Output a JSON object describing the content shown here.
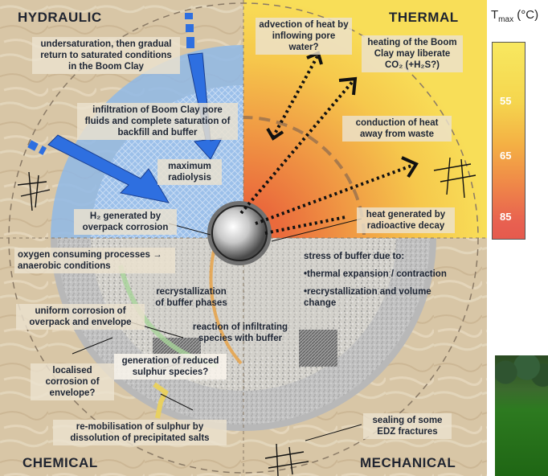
{
  "quadrants": {
    "hydraulic": "HYDRAULIC",
    "thermal": "THERMAL",
    "chemical": "CHEMICAL",
    "mechanical": "MECHANICAL"
  },
  "hydraulic_labels": {
    "undersaturation": "undersaturation, then gradual return to saturated conditions in the Boom Clay",
    "infiltration": "infiltration of Boom Clay pore fluids and complete saturation of backfill and buffer",
    "maximum_radiolysis": "maximum radiolysis",
    "h2_generated": "H₂ generated by overpack corrosion"
  },
  "thermal_labels": {
    "advection": "advection of heat by inflowing pore water?",
    "heating_boom_clay": "heating of the Boom Clay may liberate CO₂ (+H₂S?)",
    "conduction": "conduction of heat away from waste",
    "heat_generated": "heat generated by radioactive decay"
  },
  "chemical_labels": {
    "oxygen_consuming": "oxygen consuming processes → anaerobic conditions",
    "recrystallization": "recrystallization of buffer phases",
    "uniform_corrosion": "uniform corrosion of overpack and envelope",
    "reaction_infiltrating": "reaction of infiltrating species with buffer",
    "localised_corrosion": "localised corrosion of envelope?",
    "generation_reduced": "generation of reduced sulphur species?",
    "remobilisation": "re-mobilisation of sulphur by dissolution of precipitated salts"
  },
  "mechanical_labels": {
    "stress_title": "stress of buffer due to:",
    "stress_thermal": "•thermal expansion / contraction",
    "stress_recrystal": "•recrystallization and volume change",
    "sealing": "sealing of some EDZ fractures"
  },
  "legend": {
    "title_main": "T",
    "title_sub": "max",
    "title_unit": " (°C)",
    "ticks": [
      "55",
      "65",
      "85"
    ],
    "colors": {
      "top": "#f8e860",
      "middle": "#f4b044",
      "bottom": "#e55a4e"
    }
  },
  "colors": {
    "clay_background": "#d9c8aa",
    "hydraulic_zone": "#8fb8e6",
    "thermal_zone_outer": "#f6d24c",
    "thermal_zone_inner": "#ee8040",
    "arrow_blue": "#2e6fe0",
    "buffer_grey": "#b8b8b8"
  }
}
